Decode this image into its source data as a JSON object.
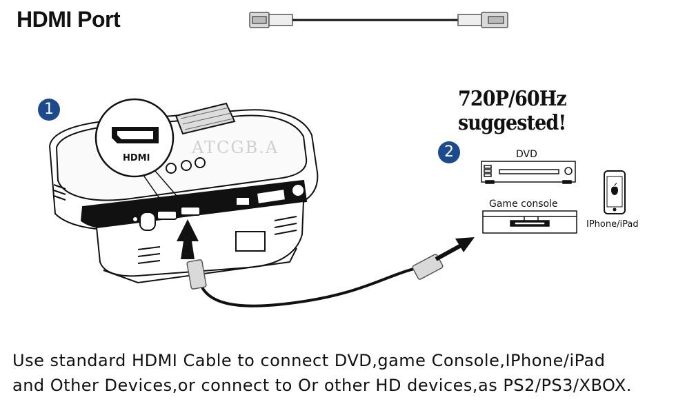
{
  "header": {
    "title": "HDMI Port"
  },
  "note": {
    "suggested": "720P/60Hz suggested!"
  },
  "steps": [
    "1",
    "2"
  ],
  "labels": {
    "hdmi": "HDMI",
    "dvd": "DVD",
    "game_console": "Game console",
    "iphone": "IPhone/iPad",
    "watermark": "ATCGB.A"
  },
  "caption": {
    "line1": "Use standard HDMI Cable to connect DVD,game Console,IPhone/iPad",
    "line2": "and Other Devices,or connect to Or other HD devices,as PS2/PS3/XBOX."
  },
  "colors": {
    "step_badge": "#1b4a8e",
    "text": "#111111"
  }
}
